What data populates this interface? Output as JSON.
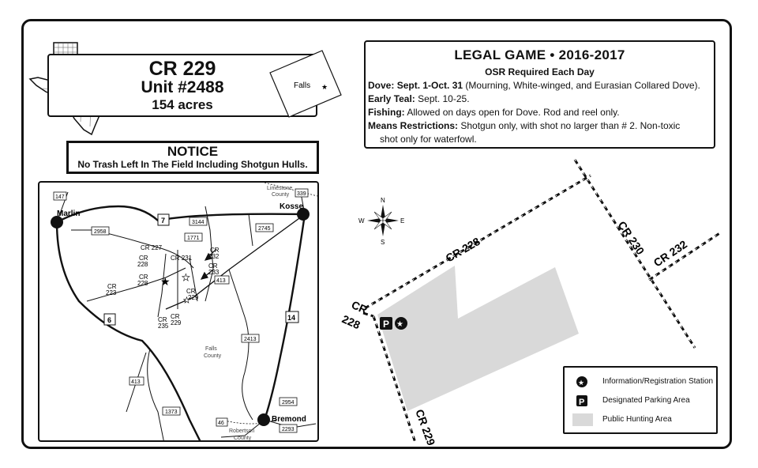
{
  "header": {
    "road": "CR 229",
    "unit": "Unit #2488",
    "acres": "154 acres",
    "county_inset_label": "Falls"
  },
  "notice": {
    "title": "NOTICE",
    "text": "No Trash Left In The Field Including Shotgun Hulls."
  },
  "legal": {
    "title": "LEGAL GAME • 2016-2017",
    "subtitle": "OSR Required Each Day",
    "dove_label": "Dove:",
    "dove_dates": "Sept. 1-Oct. 31",
    "dove_detail": " (Mourning, White-winged, and Eurasian Collared Dove).",
    "teal_label": "Early Teal:",
    "teal_text": " Sept. 10-25.",
    "fishing_label": "Fishing:",
    "fishing_text": " Allowed on days open for Dove. Rod and reel only.",
    "means_label": "Means Restrictions:",
    "means_text": " Shotgun only, with shot no larger than # 2. Non-toxic",
    "means_text2": "shot only for waterfowl."
  },
  "location_map": {
    "towns": [
      "Marlin",
      "Kosse",
      "Bremond"
    ],
    "counties": [
      "Limestone",
      "County",
      "Falls",
      "County",
      "Robertson",
      "County"
    ],
    "highways": [
      "7",
      "6",
      "14"
    ],
    "farm_roads": [
      "147",
      "339",
      "3144",
      "2958",
      "1771",
      "2745",
      "413",
      "2413",
      "413",
      "1373",
      "46",
      "2954",
      "2293"
    ],
    "county_roads": [
      "CR 227",
      "CR",
      "228",
      "CR 231",
      "CR",
      "232",
      "CR",
      "233",
      "CR",
      "223",
      "CR",
      "228",
      "CR",
      "229",
      "CR",
      "235",
      "CR",
      "229"
    ]
  },
  "compass": {
    "n": "N",
    "s": "S",
    "e": "E",
    "w": "W"
  },
  "site_map": {
    "roads": [
      "CR 228",
      "CR 230",
      "CR 232",
      "CR",
      "228",
      "CR 229"
    ],
    "parking_symbol": "P"
  },
  "legend": {
    "items": [
      {
        "label": "Information/Registration Station"
      },
      {
        "label": "Designated Parking Area"
      },
      {
        "label": "Public Hunting Area"
      }
    ],
    "parking_symbol": "P"
  },
  "colors": {
    "hunting_area": "#d9d9d9",
    "ink": "#111111"
  }
}
